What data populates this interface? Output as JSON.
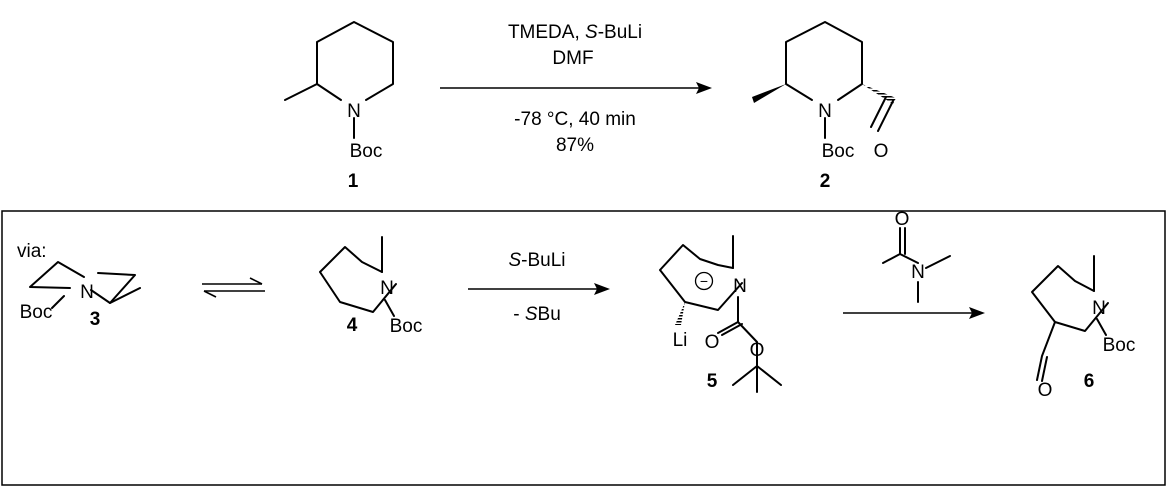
{
  "top_reaction": {
    "reagents_line1_a": "TMEDA, ",
    "reagents_line1_b": "S",
    "reagents_line1_c": "-BuLi",
    "reagents_line2": "DMF",
    "conditions_line1": "-78 °C, 40 min",
    "conditions_line2": "87%",
    "compound1": {
      "number": "1",
      "N": "N",
      "protecting_group": "Boc"
    },
    "compound2": {
      "number": "2",
      "N": "N",
      "protecting_group": "Boc",
      "carbonyl_O": "O"
    }
  },
  "mechanism_box": {
    "via_label": "via:",
    "compound3": {
      "number": "3",
      "N": "N",
      "protecting_group": "Boc"
    },
    "compound4": {
      "number": "4",
      "N": "N",
      "protecting_group": "Boc"
    },
    "step1_reagent_a": "S",
    "step1_reagent_b": "-BuLi",
    "step1_byproduct_a": "- ",
    "step1_byproduct_b": "S",
    "step1_byproduct_c": "Bu",
    "compound5": {
      "number": "5",
      "N": "N",
      "Li": "Li",
      "carbonyl_O": "O",
      "ester_O": "O",
      "charge": "−"
    },
    "dmf_reagent": {
      "N": "N",
      "O": "O"
    },
    "compound6": {
      "number": "6",
      "N": "N",
      "protecting_group": "Boc",
      "carbonyl_O": "O"
    }
  }
}
